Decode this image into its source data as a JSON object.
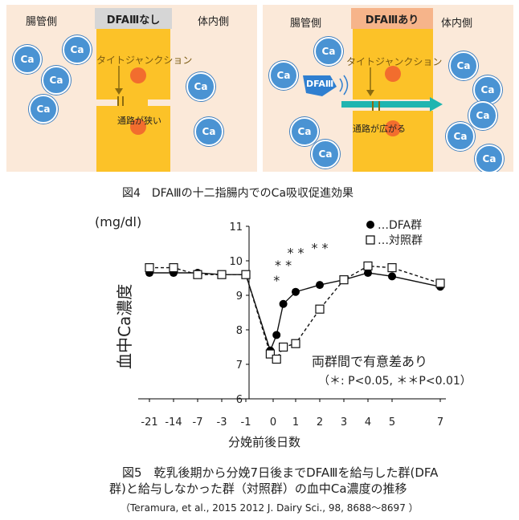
{
  "figure4": {
    "left": {
      "header": "DFAⅢなし",
      "gut_side": "腸管側",
      "body_side": "体内側",
      "tight_junction": "タイトジャンクション",
      "passage": "通路が狭い"
    },
    "right": {
      "header": "DFAⅢあり",
      "gut_side": "腸管側",
      "body_side": "体内側",
      "tight_junction": "タイトジャンクション",
      "passage": "通路が広がる",
      "agent": "DFAⅢ"
    },
    "ion_label": "Ca",
    "caption": "図4　DFAⅢの十二指腸内でのCa吸収促進効果"
  },
  "chart_data": {
    "type": "line",
    "unit_label": "(mg/dl)",
    "ylabel": "血中Ca濃度",
    "xlabel": "分娩前後日数",
    "categories": [
      "-21",
      "-14",
      "-7",
      "-3",
      "-1",
      "0",
      "1",
      "2",
      "3",
      "4",
      "5",
      "7"
    ],
    "ylim": [
      6,
      11
    ],
    "yticks": [
      "6",
      "7",
      "8",
      "9",
      "10",
      "11"
    ],
    "series": [
      {
        "name": "…DFA群",
        "marker": "filled-circle",
        "line": "solid",
        "points": [
          {
            "x": -21,
            "y": 9.65
          },
          {
            "x": -14,
            "y": 9.65
          },
          {
            "x": -7,
            "y": 9.65
          },
          {
            "x": -3,
            "y": 9.6
          },
          {
            "x": -1,
            "y": 9.6
          },
          {
            "x": -0.3,
            "y": 7.4
          },
          {
            "x": 0.15,
            "y": 7.85
          },
          {
            "x": 0.45,
            "y": 8.75
          },
          {
            "x": 1,
            "y": 9.1
          },
          {
            "x": 2,
            "y": 9.3
          },
          {
            "x": 3,
            "y": 9.45
          },
          {
            "x": 4,
            "y": 9.65
          },
          {
            "x": 5,
            "y": 9.55
          },
          {
            "x": 7,
            "y": 9.25
          }
        ]
      },
      {
        "name": "…対照群",
        "marker": "open-square",
        "line": "dashed",
        "points": [
          {
            "x": -21,
            "y": 9.8
          },
          {
            "x": -14,
            "y": 9.8
          },
          {
            "x": -7,
            "y": 9.6
          },
          {
            "x": -3,
            "y": 9.6
          },
          {
            "x": -1,
            "y": 9.6
          },
          {
            "x": -0.3,
            "y": 7.3
          },
          {
            "x": 0.15,
            "y": 7.15
          },
          {
            "x": 0.45,
            "y": 7.5
          },
          {
            "x": 1,
            "y": 7.6
          },
          {
            "x": 2,
            "y": 8.6
          },
          {
            "x": 3,
            "y": 9.45
          },
          {
            "x": 4,
            "y": 9.85
          },
          {
            "x": 5,
            "y": 9.8
          },
          {
            "x": 7,
            "y": 9.35
          }
        ]
      }
    ],
    "legend": {
      "position": "top-right",
      "dfa_marker": "●",
      "control_marker": "□"
    },
    "significance": [
      {
        "x": 0.15,
        "y": 9.3,
        "label": "*"
      },
      {
        "x": 0.45,
        "y": 9.75,
        "label": "* *"
      },
      {
        "x": 1,
        "y": 10.1,
        "label": "* *"
      },
      {
        "x": 2,
        "y": 10.25,
        "label": "* *"
      }
    ],
    "annotation_main": "両群間で有意差あり",
    "annotation_pvalues": "（＊: P<0.05, ＊＊P<0.01）"
  },
  "figure5": {
    "caption_line1": "図5　乾乳後期から分娩7日後までDFAⅢを給与した群(DFA",
    "caption_line2": "群)と給与しなかった群（対照群）の血中Ca濃度の推移",
    "reference": "（Teramura, et al., 2015 2012  J. Dairy Sci., 98, 8688～8697 ）"
  },
  "colors": {
    "panel_bg": "#fbe9d9",
    "cell": "#fcc228",
    "nucleus": "#f26d2e",
    "ion": "#4a93d3",
    "agent": "#2f7fd0",
    "arrow": "#1fb5b0"
  }
}
